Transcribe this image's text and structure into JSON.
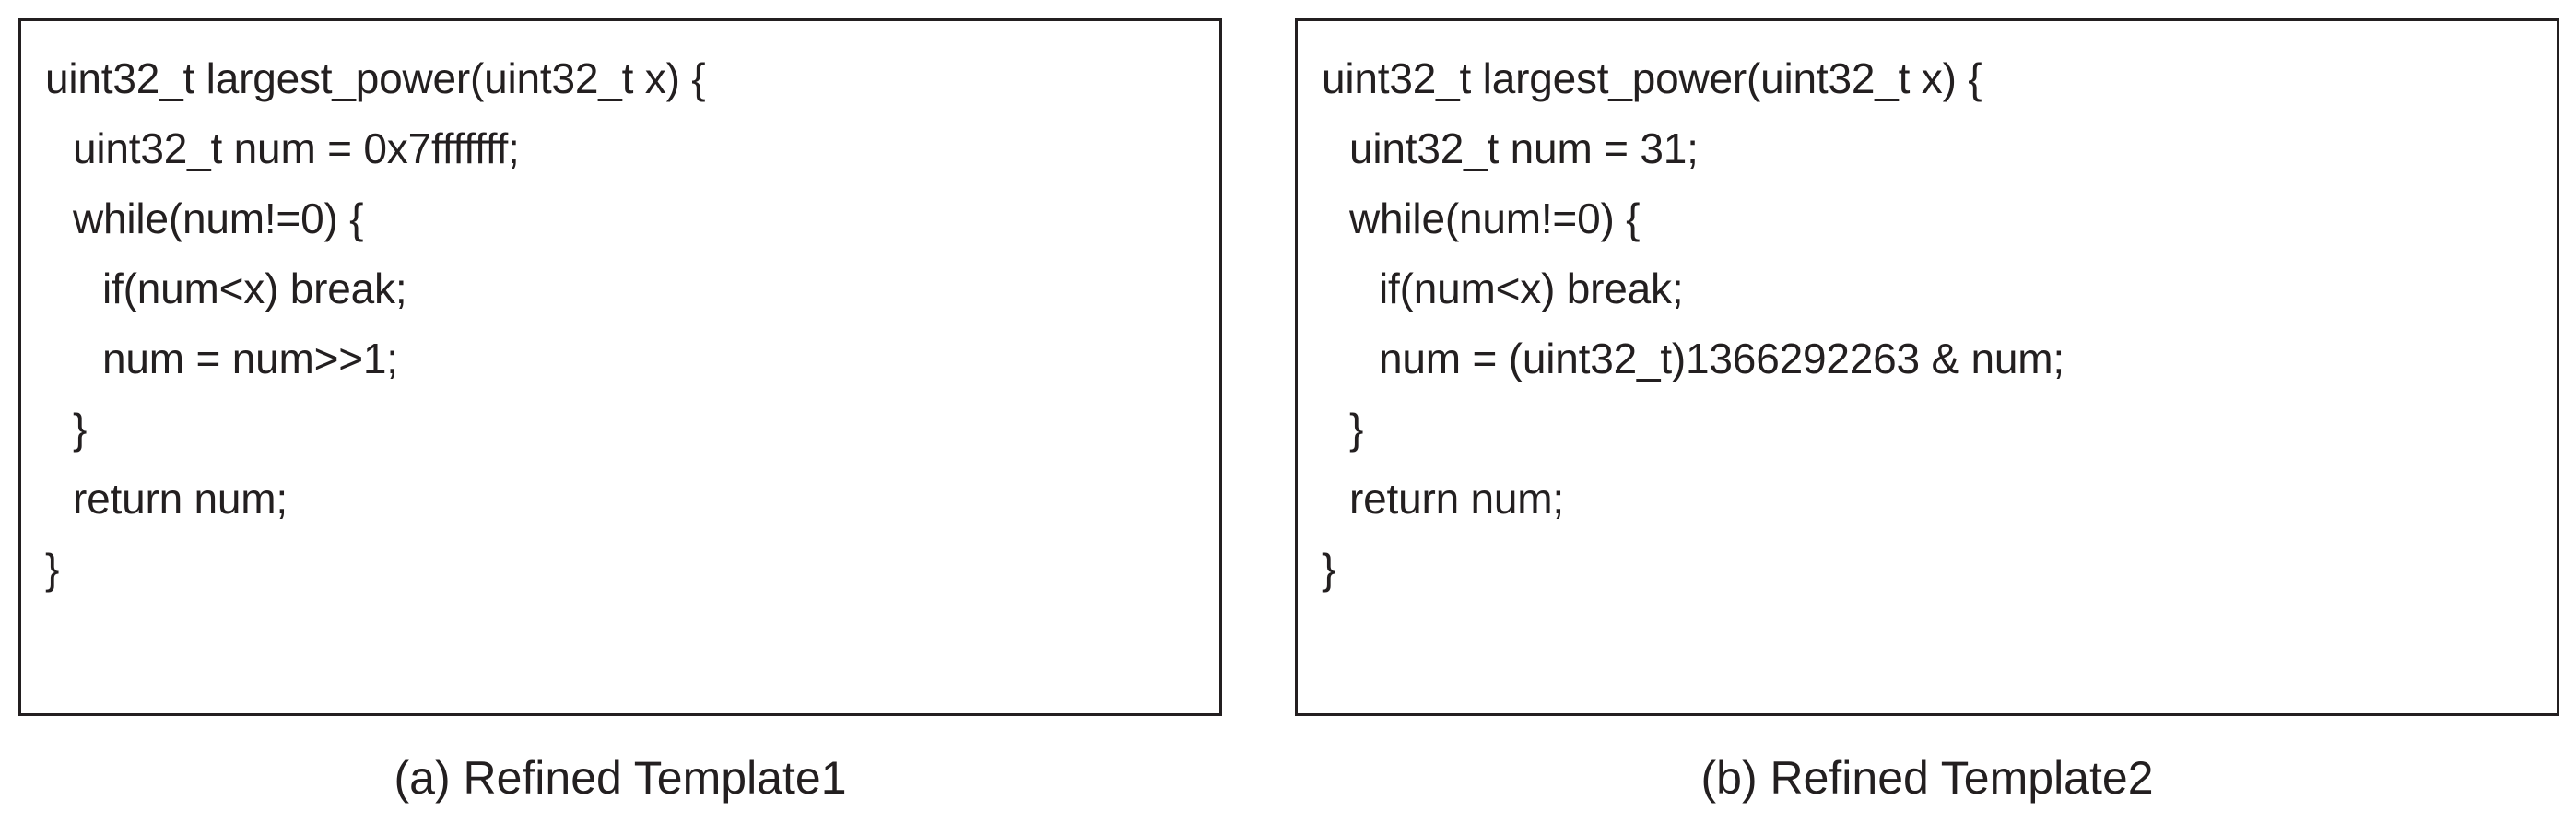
{
  "figure": {
    "background_color": "#ffffff",
    "text_color": "#231f20",
    "border_color": "#231f20"
  },
  "panels": [
    {
      "id": "refined-template-1",
      "caption": "(a) Refined Template1",
      "code_lines": [
        {
          "indent": 0,
          "text": "uint32_t largest_power(uint32_t x) {"
        },
        {
          "indent": 1,
          "text": "uint32_t num = 0x7fffffff;"
        },
        {
          "indent": 1,
          "text": "while(num!=0) {"
        },
        {
          "indent": 2,
          "text": "if(num<x) break;"
        },
        {
          "indent": 2,
          "text": "num = num>>1;"
        },
        {
          "indent": 1,
          "text": "}"
        },
        {
          "indent": 1,
          "text": "return num;"
        },
        {
          "indent": 0,
          "text": "}"
        }
      ]
    },
    {
      "id": "refined-template-2",
      "caption": "(b) Refined Template2",
      "code_lines": [
        {
          "indent": 0,
          "text": "uint32_t largest_power(uint32_t x) {"
        },
        {
          "indent": 1,
          "text": "uint32_t num = 31;"
        },
        {
          "indent": 1,
          "text": "while(num!=0) {"
        },
        {
          "indent": 2,
          "text": "if(num<x) break;"
        },
        {
          "indent": 2,
          "text": "num = (uint32_t)1366292263 & num;"
        },
        {
          "indent": 1,
          "text": "}"
        },
        {
          "indent": 1,
          "text": "return num;"
        },
        {
          "indent": 0,
          "text": "}"
        }
      ]
    }
  ]
}
